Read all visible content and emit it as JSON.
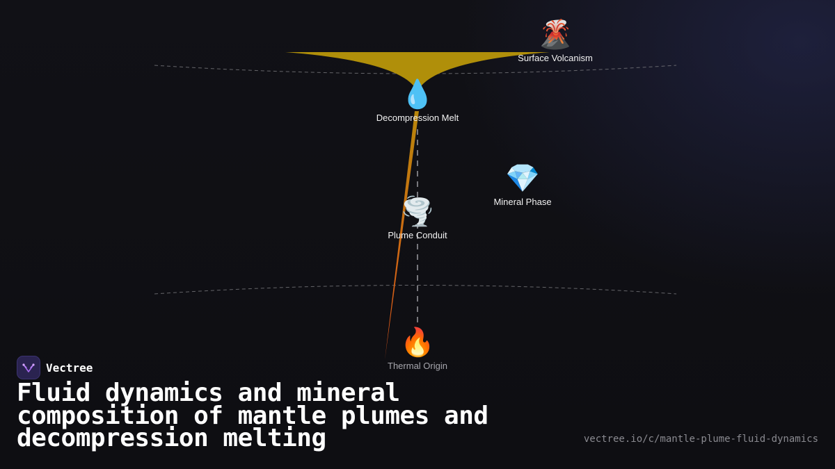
{
  "nodes": {
    "surface_volcanism": {
      "label": "Surface Volcanism",
      "icon": "volcano-icon",
      "glyph": "🌋"
    },
    "decompression_melt": {
      "label": "Decompression Melt",
      "icon": "droplet-icon",
      "glyph": "💧"
    },
    "mineral_phase": {
      "label": "Mineral Phase",
      "icon": "gem-icon",
      "glyph": "💎"
    },
    "plume_conduit": {
      "label": "Plume Conduit",
      "icon": "tornado-icon",
      "glyph": "🌪️"
    },
    "thermal_origin": {
      "label": "Thermal Origin",
      "icon": "fire-icon",
      "glyph": "🔥"
    }
  },
  "brand": {
    "name": "Vectree",
    "logo_icon": "vectree-logo-icon"
  },
  "title": "Fluid dynamics and mineral composition of mantle plumes and decompression melting",
  "url": "vectree.io/c/mantle-plume-fluid-dynamics",
  "colors": {
    "background": "#0f0f14",
    "plume_head": "#b08f0a",
    "plume_tail_top": "#b8860b",
    "plume_tail_bottom": "#e0521a",
    "boundary_line": "#7a7a80",
    "brand_logo_bg": "#2a2350"
  }
}
